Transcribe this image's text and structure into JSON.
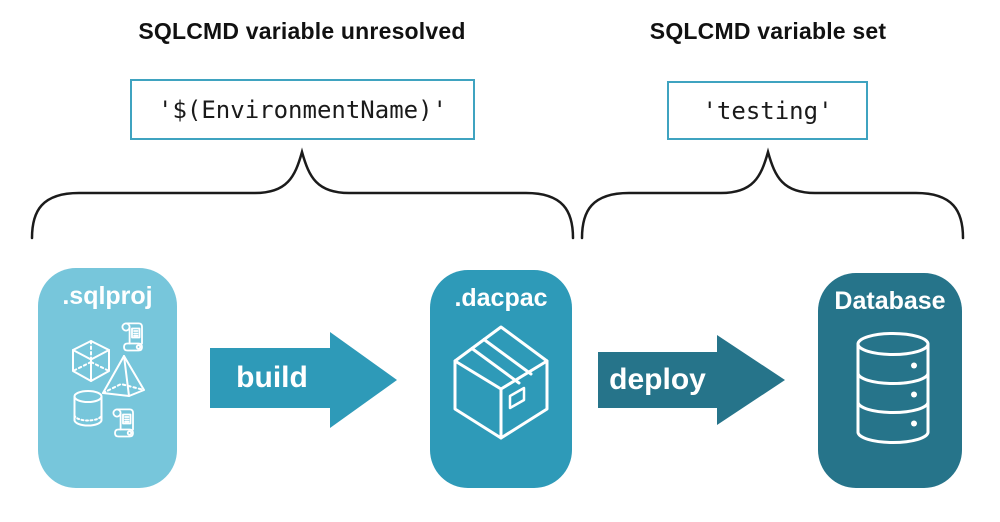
{
  "annotations": {
    "left": {
      "heading": "SQLCMD variable unresolved",
      "code": "'$(EnvironmentName)'"
    },
    "right": {
      "heading": "SQLCMD variable set",
      "code": "'testing'"
    }
  },
  "pipeline": {
    "nodes": [
      {
        "id": "sqlproj",
        "label": ".sqlproj",
        "color": "#77c6db",
        "icon": "sql-project-objects-icon"
      },
      {
        "id": "dacpac",
        "label": ".dacpac",
        "color": "#2e9ab8",
        "icon": "package-icon"
      },
      {
        "id": "database",
        "label": "Database",
        "color": "#26748a",
        "icon": "database-icon"
      }
    ],
    "arrows": [
      {
        "label": "build",
        "color": "#2e9ab8"
      },
      {
        "label": "deploy",
        "color": "#26748a"
      }
    ]
  },
  "colors": {
    "background": "#ffffff",
    "code_box_border": "#3fa3c0",
    "heading_text": "#111111",
    "brace_stroke": "#1b1b1b",
    "node_label_text": "#ffffff",
    "arrow_label_text": "#ffffff",
    "icon_stroke": "#ffffff"
  }
}
